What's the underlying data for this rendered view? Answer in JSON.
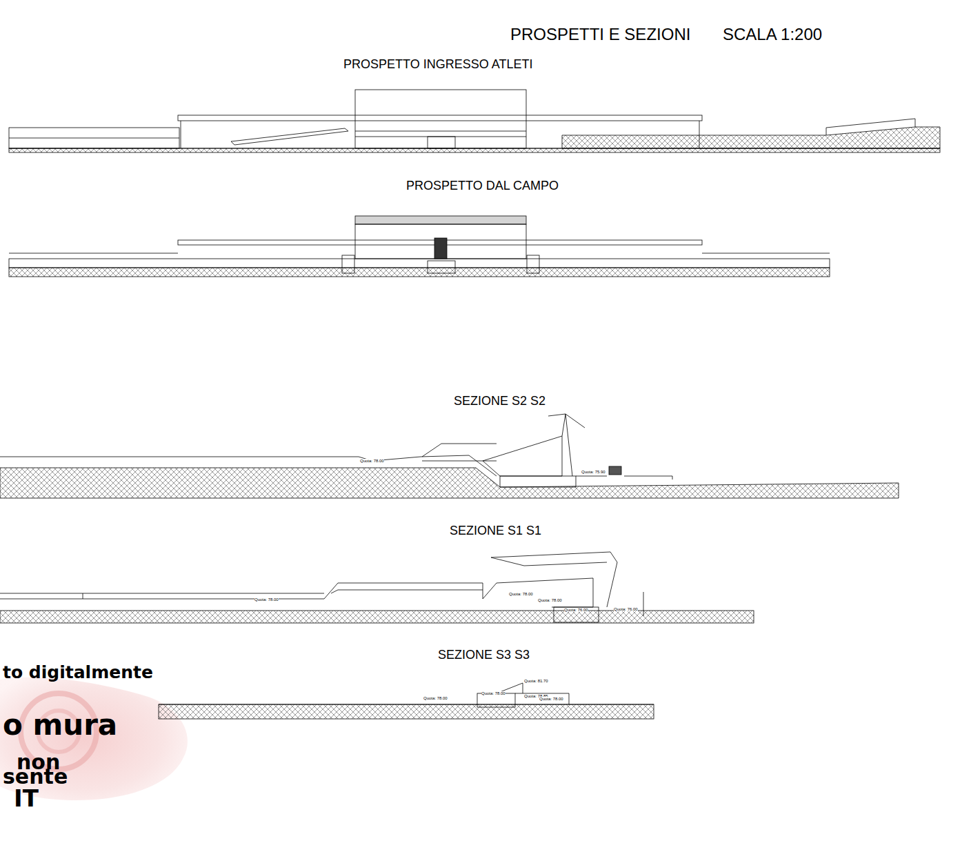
{
  "diagram": {
    "title": "PROSPETTI E SEZIONI",
    "labels": [
      "SCALA 1:200",
      "PROSPETTO INGRESSO ATLETI",
      "PROSPETTO DAL CAMPO",
      "SEZIONE S2 S2",
      "Quota: 78.00",
      "Quota: 75.90",
      "SEZIONE S1 S1",
      "Quota: 78.00",
      "Quota: 78.00",
      "Quota: 78.00",
      "Quota: 76.00",
      "Quota: 76.00",
      "SEZIONE S3 S3",
      "Quota: 78.00",
      "Quota: 78.00",
      "Quota: 81.70",
      "Quota: 78.85",
      "Quota: 78.00",
      "to digitalmente",
      "o mura",
      "non",
      "sente",
      "IT"
    ]
  }
}
